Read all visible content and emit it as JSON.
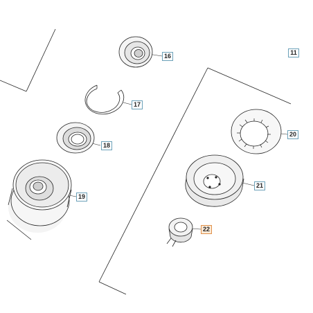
{
  "colors": {
    "line": "#222222",
    "callout_border": "#6aa0b8",
    "callout_highlight_border": "#e0904a",
    "callout_highlight_bg": "#fbead7"
  },
  "callouts": {
    "c11": "11",
    "c16": "16",
    "c17": "17",
    "c18": "18",
    "c19": "19",
    "c20": "20",
    "c21": "21",
    "c22": "22"
  },
  "parts": [
    {
      "id": "16",
      "icon": "ball-bearing-icon"
    },
    {
      "id": "17",
      "icon": "circlip-ring-icon"
    },
    {
      "id": "18",
      "icon": "seal-ring-icon"
    },
    {
      "id": "19",
      "icon": "pulley-wheel-icon"
    },
    {
      "id": "20",
      "icon": "lock-washer-icon"
    },
    {
      "id": "21",
      "icon": "thrust-disc-icon"
    },
    {
      "id": "22",
      "icon": "nut-icon"
    }
  ]
}
